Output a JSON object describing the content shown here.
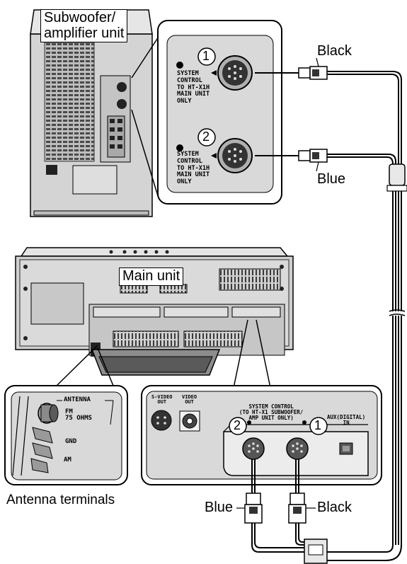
{
  "labels": {
    "subwoofer_unit": "Subwoofer/\namplifier unit",
    "main_unit": "Main unit",
    "antenna_terminals": "Antenna terminals",
    "black_top": "Black",
    "blue_top": "Blue",
    "blue_bottom": "Blue",
    "black_bottom": "Black"
  },
  "subwoofer_panel": {
    "port1": {
      "num": "1",
      "text": "SYSTEM\nCONTROL\nTO HT-X1H\nMAIN UNIT\nONLY"
    },
    "port2": {
      "num": "2",
      "text": "SYSTEM\nCONTROL\nTO HT-X1H\nMAIN UNIT\nONLY"
    }
  },
  "antenna_panel": {
    "antenna": "ANTENNA",
    "fm": "FM\n75 OHMS",
    "gnd": "GND",
    "am": "AM"
  },
  "main_panel": {
    "svideo_out": "S-VIDEO\nOUT",
    "video_out": "VIDEO\nOUT",
    "system_control": "SYSTEM CONTROL\n(TO HT-X1 SUBWOOFER/\nAMP UNIT ONLY)",
    "aux_digital": "AUX(DIGITAL)\nIN",
    "num_left": "2",
    "num_right": "1"
  },
  "colors": {
    "panel_gray": "#d9d9d9",
    "line": "#000000"
  }
}
